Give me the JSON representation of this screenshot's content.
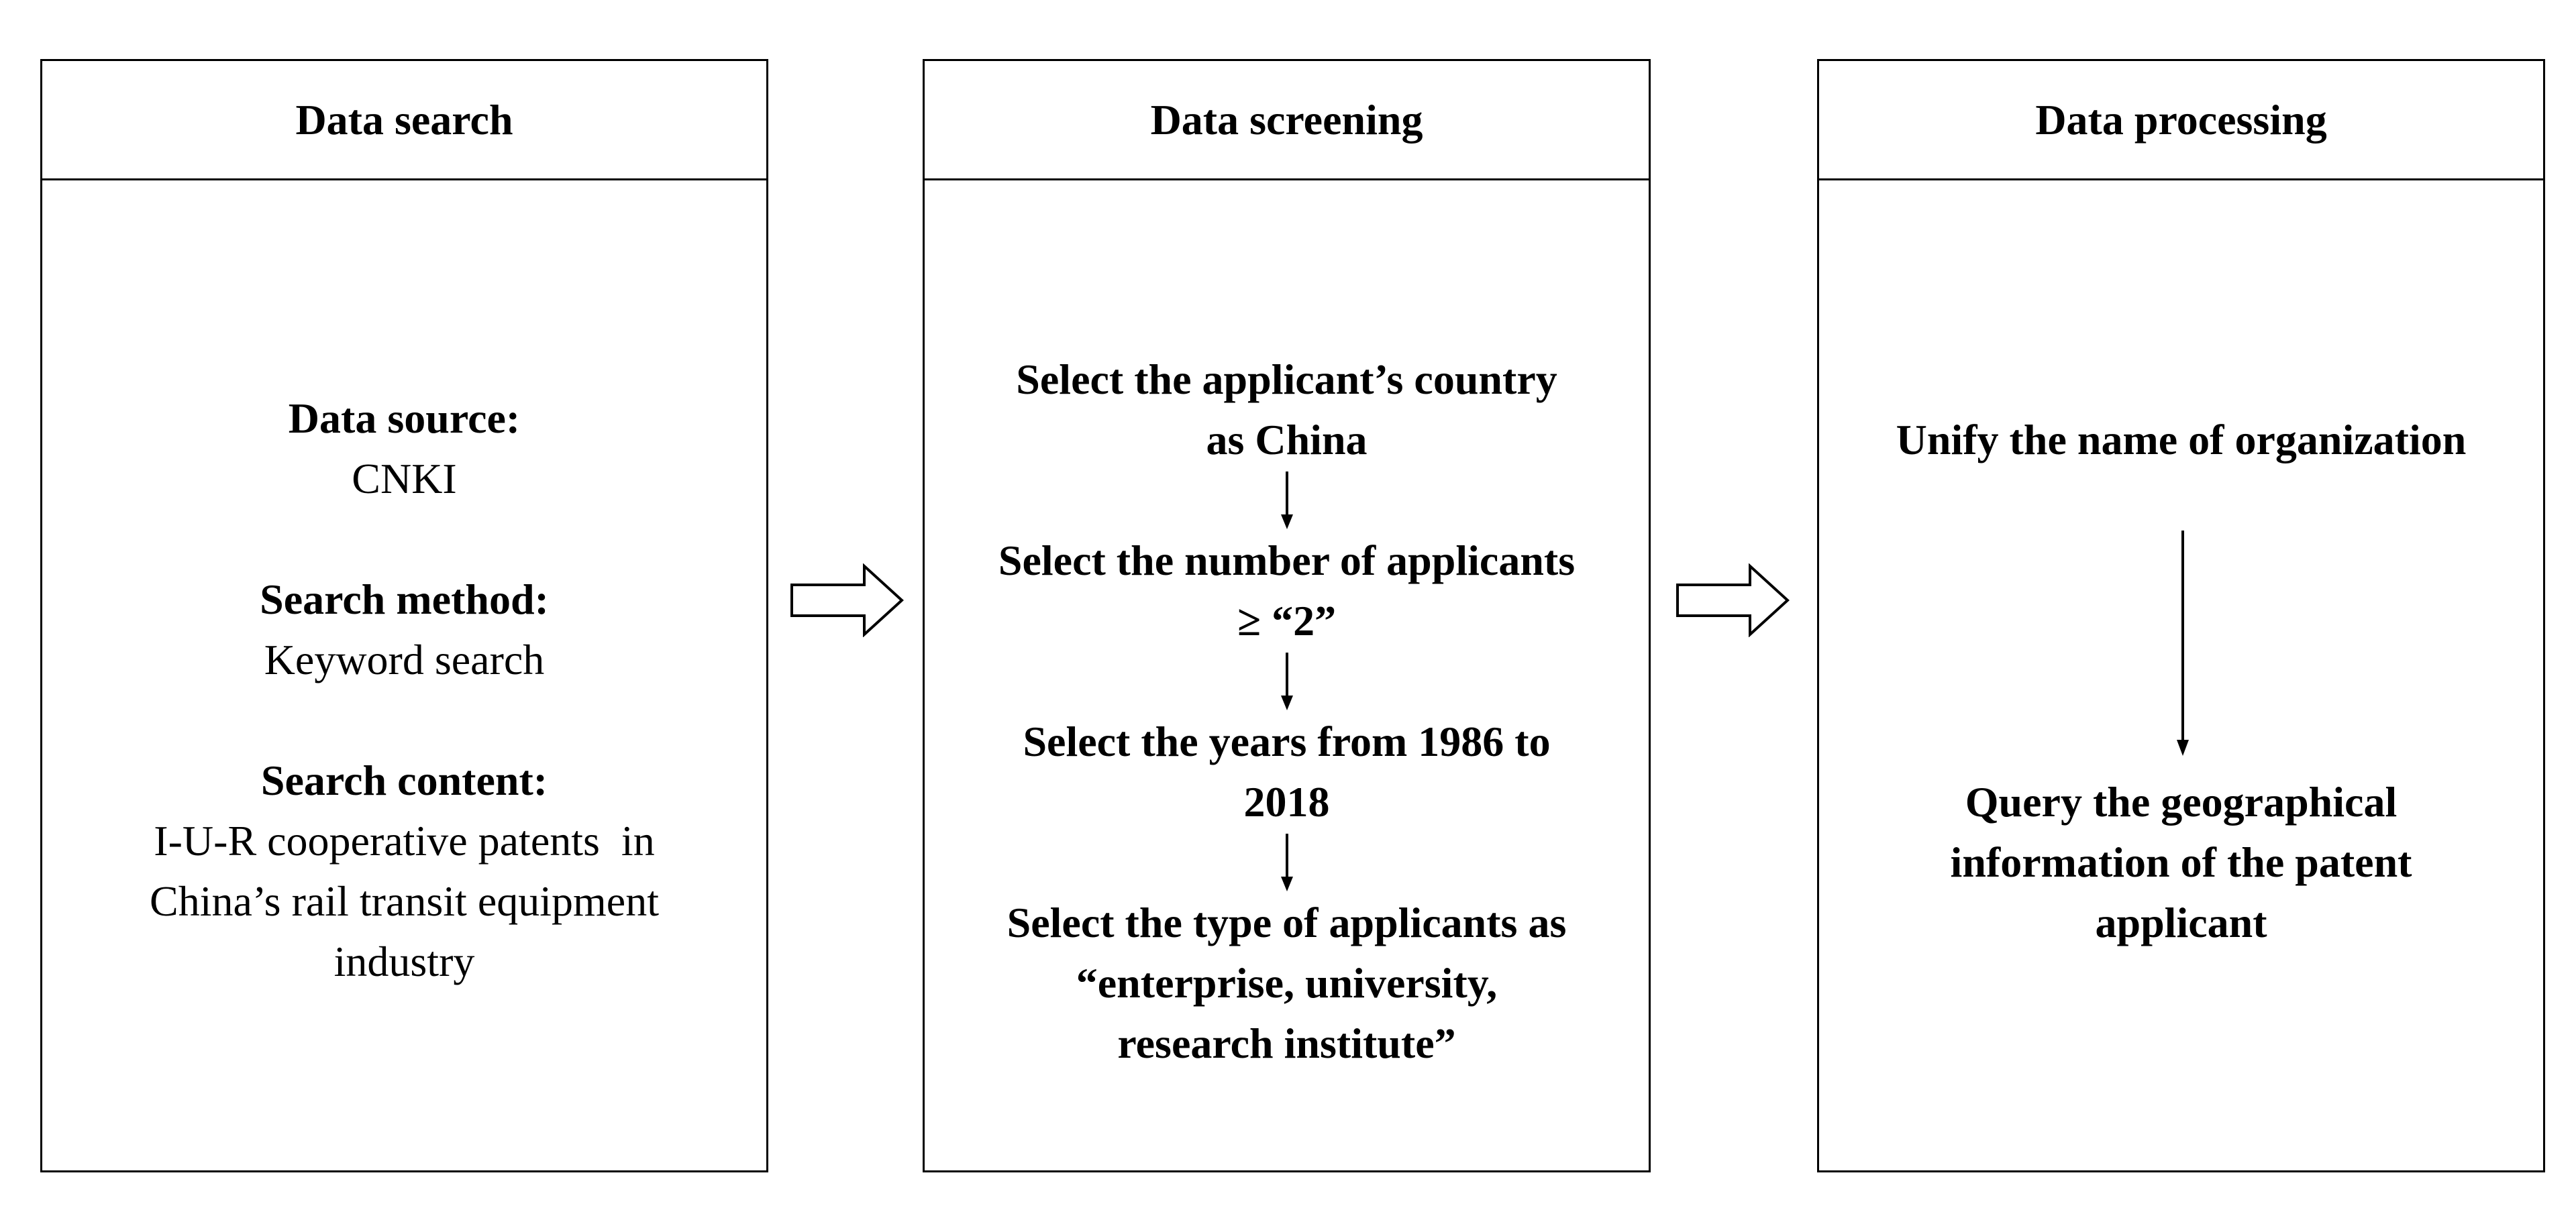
{
  "panels": {
    "search": {
      "title": "Data search",
      "source_label": "Data source:",
      "source_value": "CNKI",
      "method_label": "Search method:",
      "method_value": "Keyword search",
      "content_label": "Search content:",
      "content_line1": "I-U-R cooperative patents  in",
      "content_line2": "China’s rail transit equipment",
      "content_line3": "industry"
    },
    "screening": {
      "title": "Data screening",
      "step1_line1": "Select the applicant’s country",
      "step1_line2": "as China",
      "step2_line1": "Select the number of applicants",
      "step2_line2": "≥ “2”",
      "step3_line1": "Select the years from 1986 to",
      "step3_line2": "2018",
      "step4_line1": "Select the type of applicants as",
      "step4_line2": "“enterprise, university,",
      "step4_line3": "research institute”"
    },
    "processing": {
      "title": "Data processing",
      "step1": "Unify the name of organization",
      "step2_line1": "Query the geographical",
      "step2_line2": "information of the patent",
      "step2_line3": "applicant"
    }
  }
}
